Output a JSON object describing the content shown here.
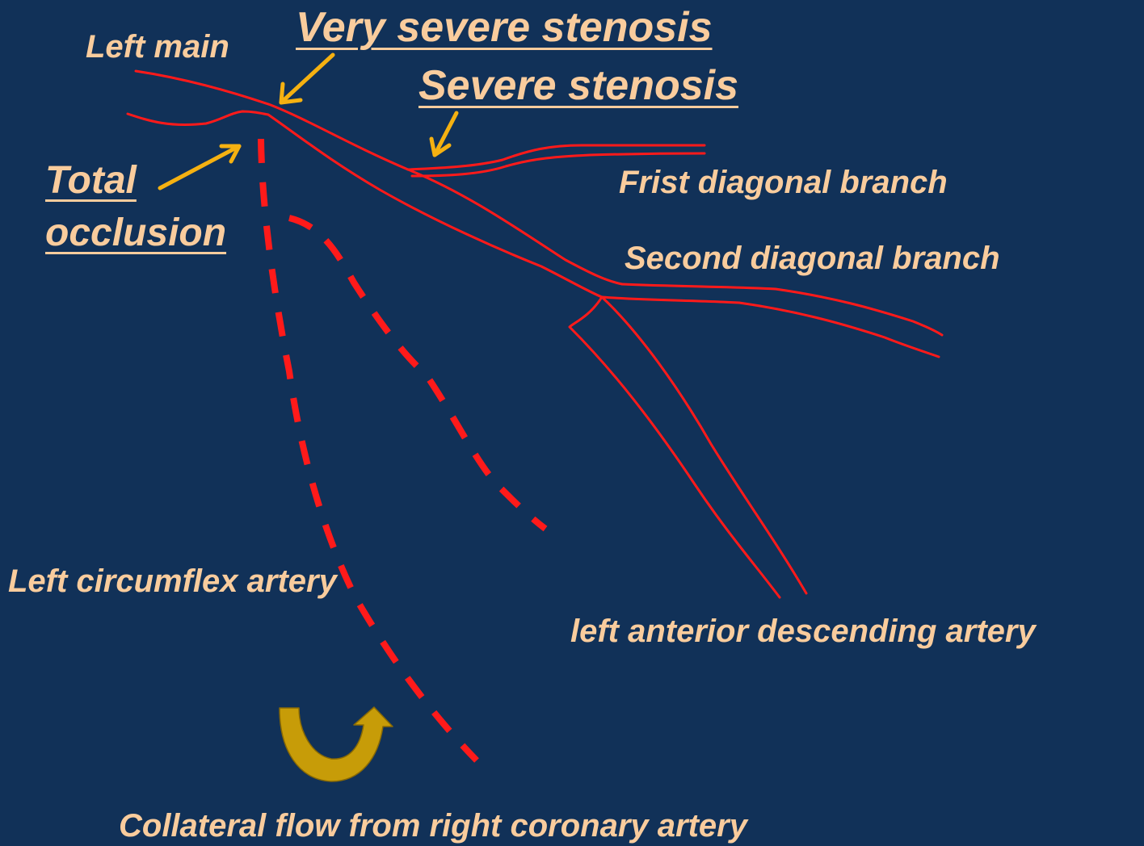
{
  "labels": {
    "left_main": "Left main",
    "very_severe_stenosis": "Very severe stenosis",
    "severe_stenosis": "Severe stenosis",
    "total_occlusion_line1": "Total",
    "total_occlusion_line2": "occlusion",
    "first_diagonal_branch": "Frist diagonal branch",
    "second_diagonal_branch": "Second diagonal branch",
    "left_circumflex_artery": "Left circumflex artery",
    "left_anterior_descending_artery": "left anterior descending artery",
    "collateral_flow": "Collateral flow from right coronary artery"
  },
  "colors": {
    "background": "#113158",
    "text": "#f9cc9d",
    "vessel": "#ff0000",
    "pointer_arrow": "#f5b111",
    "collateral_arrow": "#c79c08"
  }
}
